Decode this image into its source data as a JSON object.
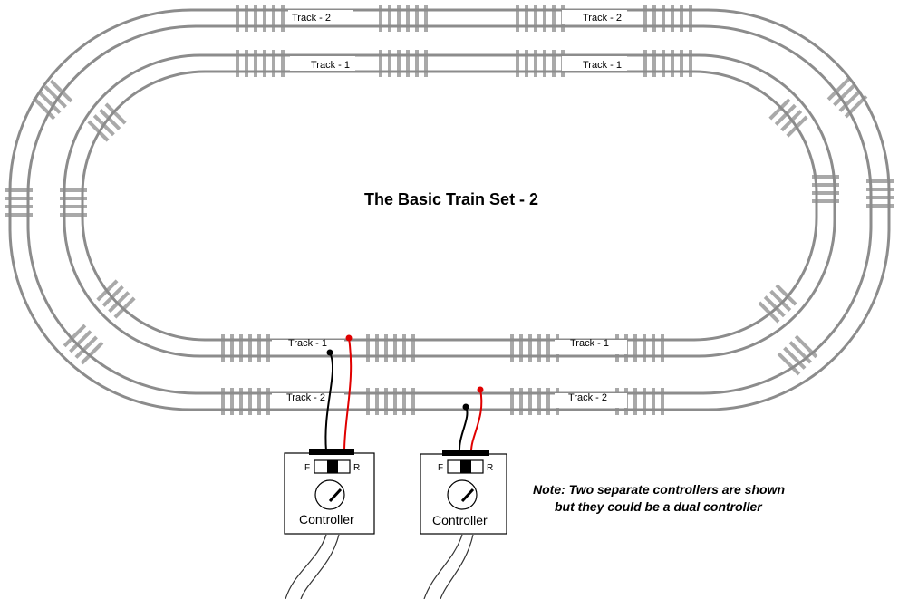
{
  "title": "The Basic Train Set - 2",
  "track_labels": {
    "outer": "Track - 2",
    "inner": "Track - 1"
  },
  "controllers": [
    {
      "label": "Controller",
      "forward": "F",
      "reverse": "R",
      "track": "Track - 1"
    },
    {
      "label": "Controller",
      "forward": "F",
      "reverse": "R",
      "track": "Track - 2"
    }
  ],
  "note": {
    "line1": "Note: Two separate controllers are shown",
    "line2": "but they could be a dual controller"
  },
  "colors": {
    "rail": "#8c8c8c",
    "tie": "#a9a9a9",
    "wire_black": "#000000",
    "wire_red": "#e00000",
    "background": "#ffffff"
  }
}
